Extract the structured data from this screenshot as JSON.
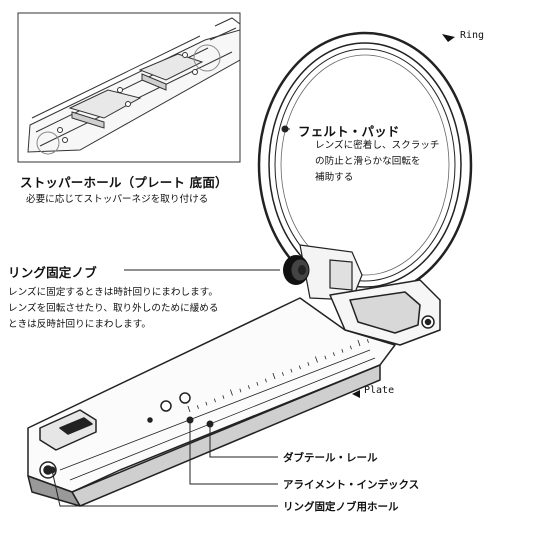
{
  "inset": {
    "title": "ストッパーホール（プレート 底面）",
    "description": "必要に応じてストッパーネジを取り付ける"
  },
  "labels": {
    "ring": "Ring",
    "plate": "Plate"
  },
  "felt_pad": {
    "title": "フェルト・パッド",
    "lines": [
      "レンズに密着し、スクラッチ",
      "の防止と滑らかな回転を",
      "補助する"
    ]
  },
  "ring_knob": {
    "title": "リング固定ノブ",
    "lines": [
      "レンズに固定するときは時計回りにまわします。",
      "レンズを回転させたり、取り外しのために緩める",
      "ときは反時計回りにまわします。"
    ]
  },
  "callouts": {
    "dovetail": "ダブテール・レール",
    "alignment": "アライメント・インデックス",
    "knob_hole": "リング固定ノブ用ホール"
  }
}
